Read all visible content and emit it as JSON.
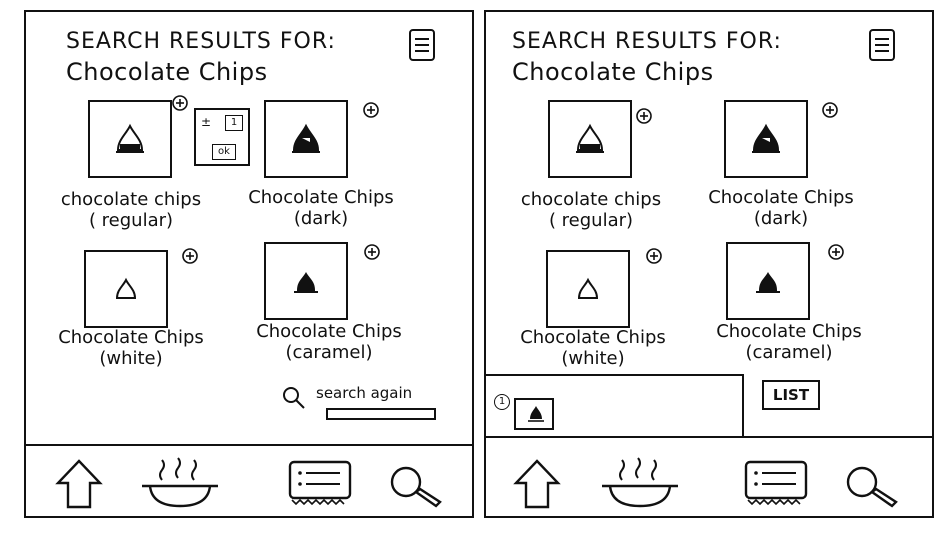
{
  "screens": [
    {
      "header": {
        "line1": "SEARCH RESULTS FOR:",
        "line2": "Chocolate Chips"
      },
      "results": [
        {
          "label1": "chocolate chips",
          "label2": "( regular)"
        },
        {
          "label1": "Chocolate Chips",
          "label2": "(dark)"
        },
        {
          "label1": "Chocolate Chips",
          "label2": "(white)"
        },
        {
          "label1": "Chocolate Chips",
          "label2": "(caramel)"
        }
      ],
      "qty_popup": {
        "plusminus": "±",
        "value": "1",
        "ok": "ok"
      },
      "search_again": "search again",
      "nav": [
        "home-icon",
        "pot-icon",
        "receipt-icon",
        "search-icon"
      ]
    },
    {
      "header": {
        "line1": "SEARCH RESULTS FOR:",
        "line2": "Chocolate Chips"
      },
      "results": [
        {
          "label1": "chocolate chips",
          "label2": "( regular)"
        },
        {
          "label1": "Chocolate Chips",
          "label2": "(dark)"
        },
        {
          "label1": "Chocolate Chips",
          "label2": "(white)"
        },
        {
          "label1": "Chocolate Chips",
          "label2": "(caramel)"
        }
      ],
      "tray": {
        "count": "1",
        "list_button": "LIST"
      },
      "nav": [
        "home-icon",
        "pot-icon",
        "receipt-icon",
        "search-icon"
      ]
    }
  ]
}
